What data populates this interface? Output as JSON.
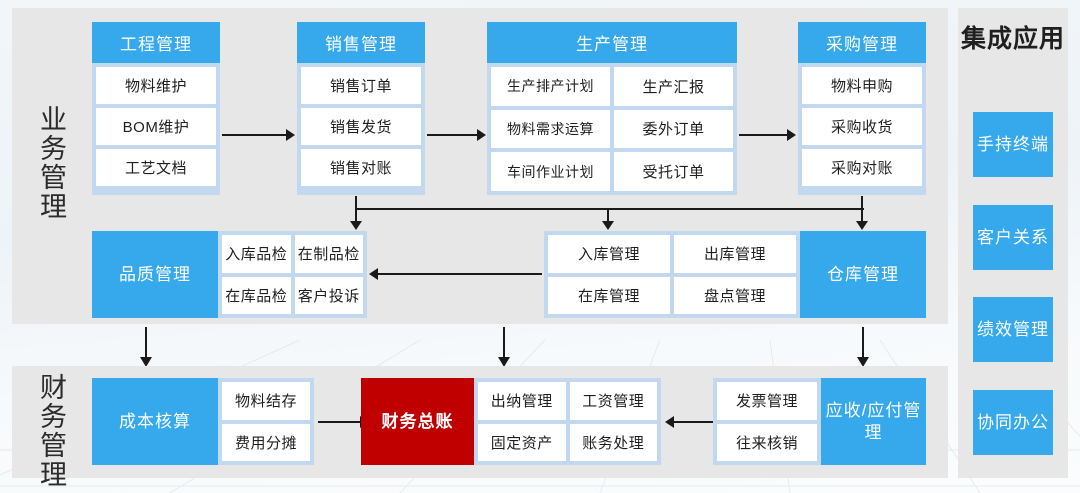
{
  "panels": {
    "business": {
      "label": "业务管理"
    },
    "finance": {
      "label": "财务管理"
    }
  },
  "modules": {
    "engineering": {
      "title": "工程管理",
      "items": [
        "物料维护",
        "BOM维护",
        "工艺文档"
      ]
    },
    "sales": {
      "title": "销售管理",
      "items": [
        "销售订单",
        "销售发货",
        "销售对账"
      ]
    },
    "production": {
      "title": "生产管理",
      "items": [
        "生产排产计划",
        "生产汇报",
        "物料需求运算",
        "委外订单",
        "车间作业计划",
        "受托订单"
      ]
    },
    "purchasing": {
      "title": "采购管理",
      "items": [
        "物料申购",
        "采购收货",
        "采购对账"
      ]
    },
    "quality": {
      "title": "品质管理",
      "items": [
        "入库品检",
        "在制品检",
        "在库品检",
        "客户投诉"
      ]
    },
    "warehouse": {
      "title": "仓库管理",
      "items": [
        "入库管理",
        "出库管理",
        "在库管理",
        "盘点管理"
      ]
    },
    "cost": {
      "title": "成本核算",
      "items": [
        "物料结存",
        "费用分摊"
      ]
    },
    "ledger": {
      "title": "财务总账",
      "items": [
        "出纳管理",
        "工资管理",
        "固定资产",
        "账务处理"
      ]
    },
    "receivable": {
      "title": "应收/应付管理",
      "items": [
        "发票管理",
        "往来核销"
      ]
    }
  },
  "sidebar": {
    "title": "集成应用",
    "buttons": [
      "手持终端",
      "客户关系",
      "绩效管理",
      "协同办公"
    ]
  },
  "colors": {
    "accent_blue": "#36a9ed",
    "light_blue": "#c2d8ef",
    "panel_gray": "#e7e7e7",
    "red": "#c00000",
    "cell_white": "#ffffff"
  }
}
